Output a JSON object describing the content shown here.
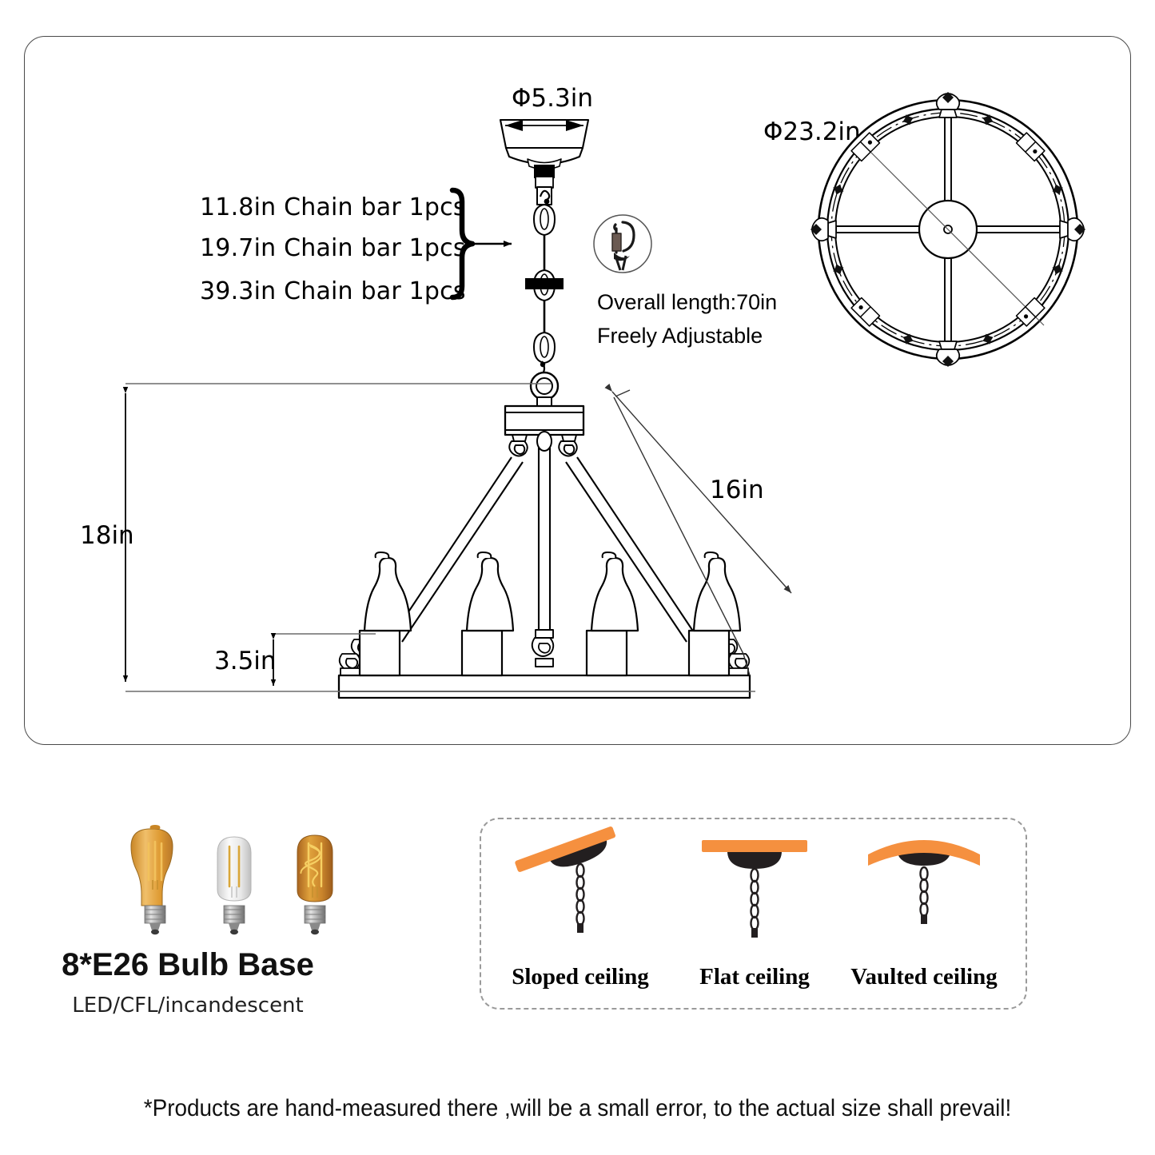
{
  "panel": {
    "canopy_diameter_label": "Φ5.3in",
    "wheel_diameter_label": "Φ23.2in",
    "height_label": "18in",
    "rail_height_label": "3.5in",
    "arm_length_label": "16in",
    "chain_bars": [
      "11.8in Chain bar  1pcs",
      "19.7in Chain bar  1pcs",
      "39.3in Chain bar  1pcs"
    ],
    "overall_length": "Overall length:70in",
    "adjustable": "Freely Adjustable"
  },
  "bulbs": {
    "title": "8*E26 Bulb Base",
    "subtitle": "LED/CFL/incandescent",
    "items": [
      {
        "name": "amber-st64-bulb",
        "glass": "#E8A33D",
        "filament": "#F0B942"
      },
      {
        "name": "clear-t45-bulb",
        "glass": "#EFEFEF",
        "filament": "#D8A53A"
      },
      {
        "name": "amber-t45-spiral-bulb",
        "glass": "#D8913A",
        "filament": "#F3C64B"
      }
    ]
  },
  "ceilings": {
    "items": [
      {
        "label": "Sloped ceiling",
        "type": "sloped"
      },
      {
        "label": "Flat ceiling",
        "type": "flat"
      },
      {
        "label": "Vaulted ceiling",
        "type": "vaulted"
      }
    ],
    "ceiling_color": "#F5903F",
    "fixture_color": "#231f20"
  },
  "footer": {
    "disclaimer": "*Products are hand-measured there ,will be a small error, to the actual size shall prevail!"
  },
  "colors": {
    "line": "#000000",
    "panel_border": "#4a4a4a",
    "dim_line": "#6b6b6b",
    "accent_orange": "#F5903F"
  }
}
